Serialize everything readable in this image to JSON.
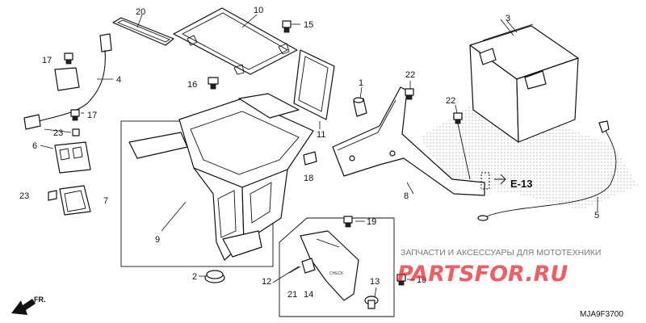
{
  "diagram": {
    "code": "MJA9F3700",
    "front_label": "FR.",
    "ref_label": "E-13",
    "callouts": [
      "1",
      "2",
      "3",
      "4",
      "5",
      "6",
      "7",
      "8",
      "9",
      "10",
      "11",
      "12",
      "13",
      "14",
      "15",
      "16",
      "17",
      "17",
      "19",
      "19",
      "20",
      "21",
      "22",
      "22",
      "23",
      "23"
    ]
  },
  "watermark": {
    "caption": "ЗАПЧАСТИ И АКСЕССУАРЫ ДЛЯ МОТОТЕХНИКИ",
    "logo": "PARTSFOR.RU"
  },
  "colors": {
    "line": "#111111",
    "watermark_red": "#e8282d",
    "watermark_grey": "#7a7a7a",
    "dots": "#9a9a9a"
  }
}
